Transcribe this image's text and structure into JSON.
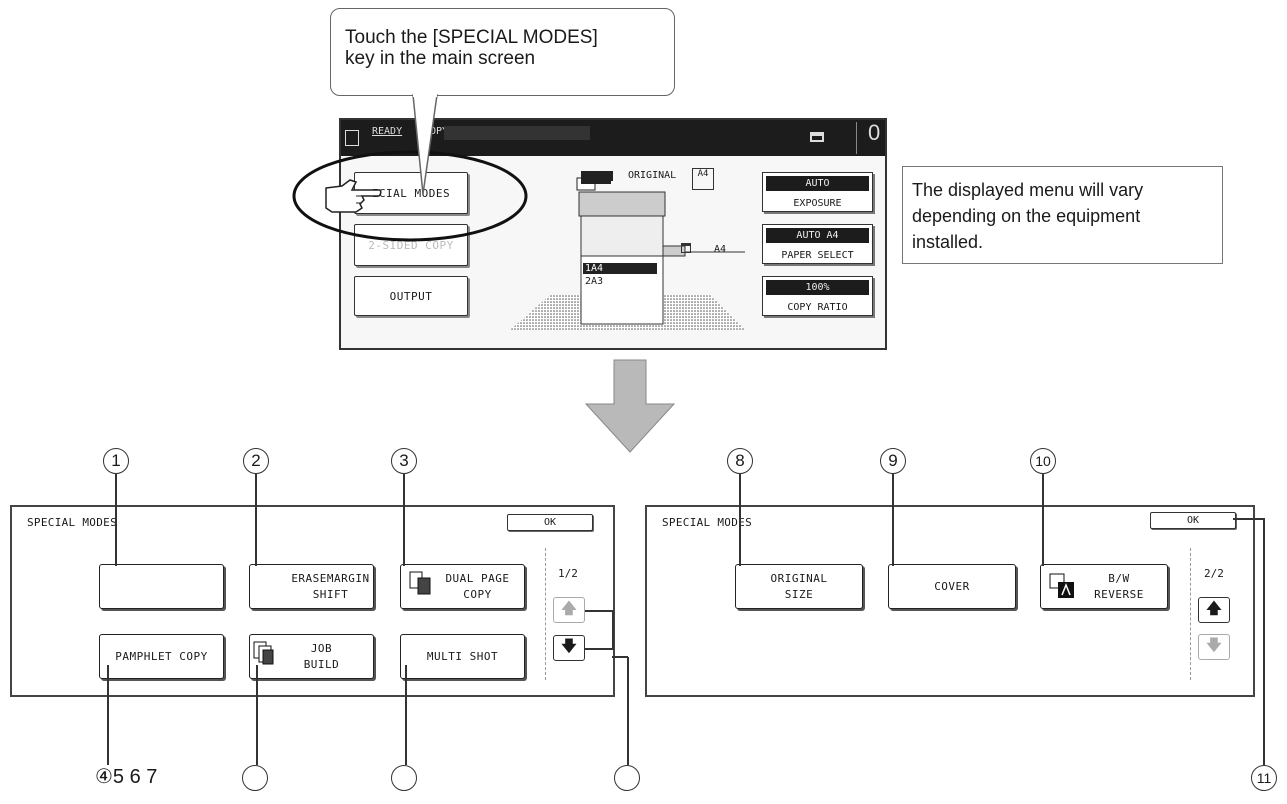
{
  "callout": {
    "line1": "Touch the [SPECIAL MODES]",
    "line2": "key in the main screen"
  },
  "side_note": {
    "line1": "The displayed menu will vary",
    "line2": "depending on the equipment",
    "line3": "installed."
  },
  "main_screen": {
    "status_ready": "READY",
    "status_copy": "COPY.",
    "count": "0",
    "buttons": {
      "special_modes": "ECIAL MODES",
      "two_sided": "2-SIDED COPY",
      "output": "OUTPUT"
    },
    "original_label": "ORIGINAL",
    "original_size": "A4",
    "tray_size": "A4",
    "trays": [
      "1A4",
      "2A3"
    ],
    "exposure": {
      "top": "AUTO",
      "bottom": "EXPOSURE"
    },
    "paper": {
      "top": "AUTO    A4",
      "bottom": "PAPER SELECT"
    },
    "ratio": {
      "top": "100%",
      "bottom": "COPY RATIO"
    }
  },
  "panel1": {
    "title": "SPECIAL MODES",
    "ok": "OK",
    "page": "1/2",
    "keys": {
      "k1": "",
      "k2": "ERASEMARGIN SHIFT",
      "k3a": "DUAL PAGE",
      "k3b": "COPY",
      "k4": "PAMPHLET COPY",
      "k5a": "JOB",
      "k5b": "BUILD",
      "k6": "MULTI SHOT"
    },
    "up_arrow": "🡅",
    "down_arrow": "🡇"
  },
  "panel2": {
    "title": "SPECIAL MODES",
    "ok": "OK",
    "page": "2/2",
    "keys": {
      "k8a": "ORIGINAL",
      "k8b": "SIZE",
      "k9": "COVER",
      "k10a": "B/W",
      "k10b": "REVERSE"
    },
    "up_arrow": "🡅",
    "down_arrow": "🡇"
  },
  "numbers": {
    "n1": "1",
    "n2": "2",
    "n3": "3",
    "n8": "8",
    "n9": "9",
    "n10": "10",
    "n11": "11",
    "bottom_left": "④5 6 7"
  },
  "colors": {
    "screen_bar": "#1c1c1c",
    "arrow_fill": "#b9b9b9",
    "ink": "#1a1a1a"
  }
}
